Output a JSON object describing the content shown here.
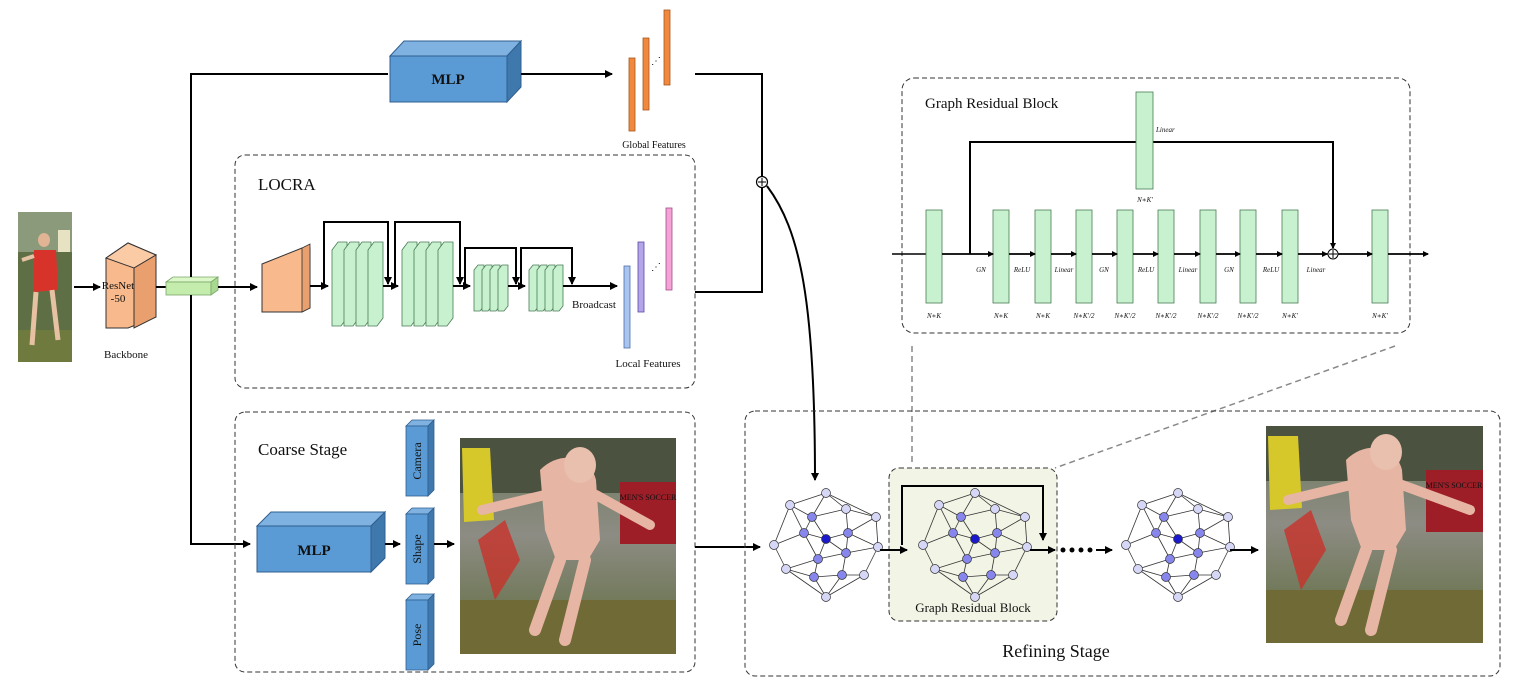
{
  "labels": {
    "backbone_box": [
      "ResNet",
      "-50"
    ],
    "backbone": "Backbone",
    "mlp_top": "MLP",
    "global_features": "Global Features",
    "locra": "LOCRA",
    "broadcast": "Broadcast",
    "local_features": "Local Features",
    "coarse_stage": "Coarse Stage",
    "mlp_bottom": "MLP",
    "camera": "Camera",
    "shape": "Shape",
    "pose": "Pose",
    "graph_residual_block_title": "Graph Residual Block",
    "graph_residual_block_label": "Graph Residual Block",
    "refining_stage": "Refining Stage",
    "plus": "⊕"
  },
  "grb_detail": {
    "linear_top": "Linear",
    "linear_top_dim": "N∗K′",
    "ops": [
      "GN",
      "ReLU",
      "Linear",
      "GN",
      "ReLU",
      "Linear",
      "GN",
      "ReLU",
      "Linear"
    ],
    "dims": [
      "N∗K",
      "N∗K",
      "N∗K",
      "N∗K′/2",
      "N∗K′/2",
      "N∗K′/2",
      "N∗K′/2",
      "N∗K′/2",
      "N∗K′",
      "N∗K′"
    ]
  },
  "colors": {
    "mlp": "#5b9bd5",
    "mlp_dark": "#3e78ad",
    "backbone": "#f8b98c",
    "conv": "#c8f2cf",
    "global_feature": "#f0883e",
    "local_feature_blue": "#a9c4ef",
    "local_feature_purple": "#b3a5e8",
    "local_feature_pink": "#f5a3d6",
    "node": "#d6d6f7",
    "node_mid": "#7e7ee8",
    "node_center": "#1a1acc",
    "grb_fill": "#f2f5e6"
  },
  "images": [
    "input-image",
    "coarse-output-image",
    "refined-output-image"
  ]
}
